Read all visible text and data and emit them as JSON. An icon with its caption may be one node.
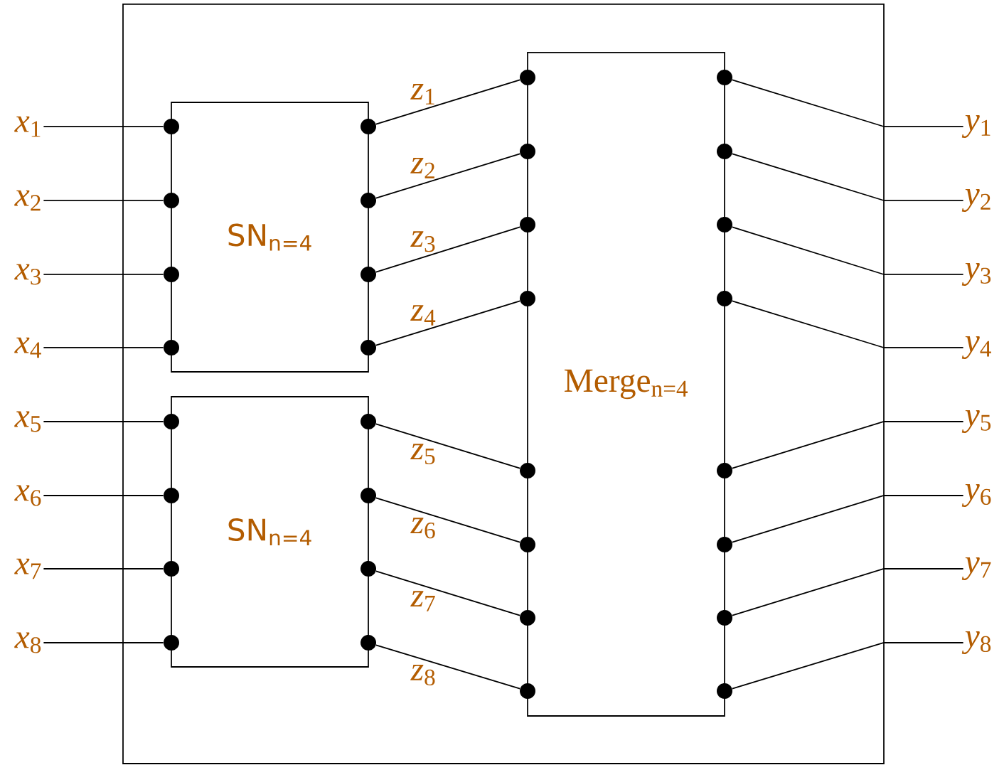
{
  "diagram": {
    "nodes": [
      {
        "text": [],
        "shape": "box"
      },
      {
        "text": [
          "SN$_{n=4}$"
        ],
        "in": 0
      },
      {
        "text": [
          "SN$_{n=4}$"
        ],
        "in": 0
      },
      {
        "text": [
          "Merge$_{n=4}$"
        ],
        "in": 0
      },
      {
        "text": [
          "*x*$_{1}$"
        ]
      },
      {
        "text": [
          "*x*$_{2}$"
        ]
      },
      {
        "text": [
          "*x*$_{3}$"
        ]
      },
      {
        "text": [
          "*x*$_{4}$"
        ]
      },
      {
        "text": [
          "*x*$_{5}$"
        ]
      },
      {
        "text": [
          "*x*$_{6}$"
        ]
      },
      {
        "text": [
          "*x*$_{7}$"
        ]
      },
      {
        "text": [
          "*x*$_{8}$"
        ]
      },
      {
        "text": [
          "*y*$_{1}$"
        ]
      },
      {
        "text": [
          "*y*$_{2}$"
        ]
      },
      {
        "text": [
          "*y*$_{3}$"
        ]
      },
      {
        "text": [
          "*y*$_{4}$"
        ]
      },
      {
        "text": [
          "*y*$_{5}$"
        ]
      },
      {
        "text": [
          "*y*$_{6}$"
        ]
      },
      {
        "text": [
          "*y*$_{7}$"
        ]
      },
      {
        "text": [
          "*y*$_{8}$"
        ]
      },
      {
        "text": [],
        "shape": "circle",
        "in": 1
      },
      {
        "text": [],
        "shape": "circle",
        "in": 1
      },
      {
        "text": [],
        "shape": "circle",
        "in": 1
      },
      {
        "text": [],
        "shape": "circle",
        "in": 1
      },
      {
        "text": [],
        "shape": "circle",
        "in": 1
      },
      {
        "text": [],
        "shape": "circle",
        "in": 1
      },
      {
        "text": [],
        "shape": "circle",
        "in": 1
      },
      {
        "text": [],
        "shape": "circle",
        "in": 1
      },
      {
        "text": [],
        "shape": "circle",
        "in": 2
      },
      {
        "text": [],
        "shape": "circle",
        "in": 2
      },
      {
        "text": [],
        "shape": "circle",
        "in": 2
      },
      {
        "text": [],
        "shape": "circle",
        "in": 2
      },
      {
        "text": [],
        "shape": "circle",
        "in": 2
      },
      {
        "text": [],
        "shape": "circle",
        "in": 2
      },
      {
        "text": [],
        "shape": "circle",
        "in": 2
      },
      {
        "text": [],
        "shape": "circle",
        "in": 2
      },
      {
        "text": [],
        "shape": "circle",
        "in": 3
      },
      {
        "text": [],
        "shape": "circle",
        "in": 3
      },
      {
        "text": [],
        "shape": "circle",
        "in": 3
      },
      {
        "text": [],
        "shape": "circle",
        "in": 3
      },
      {
        "text": [],
        "shape": "circle",
        "in": 3
      },
      {
        "text": [],
        "shape": "circle",
        "in": 3
      },
      {
        "text": [],
        "shape": "circle",
        "in": 3
      },
      {
        "text": [],
        "shape": "circle",
        "in": 3
      },
      {
        "text": [],
        "shape": "circle",
        "in": 3
      },
      {
        "text": [],
        "shape": "circle",
        "in": 3
      },
      {
        "text": [],
        "shape": "circle",
        "in": 3
      },
      {
        "text": [],
        "shape": "circle",
        "in": 3
      },
      {
        "text": [],
        "shape": "circle",
        "in": 3
      },
      {
        "text": [],
        "shape": "circle",
        "in": 3
      },
      {
        "text": [],
        "shape": "circle",
        "in": 3
      },
      {
        "text": [],
        "shape": "circle",
        "in": 3
      }
    ],
    "edges": [
      {
        "from": 4,
        "to": 20,
        "arrow": "none"
      },
      {
        "from": 5,
        "to": 21,
        "arrow": "none"
      },
      {
        "from": 6,
        "to": 22,
        "arrow": "none"
      },
      {
        "from": 7,
        "to": 23,
        "arrow": "none"
      },
      {
        "from": 8,
        "to": 28,
        "arrow": "none"
      },
      {
        "from": 9,
        "to": 29,
        "arrow": "none"
      },
      {
        "from": 10,
        "to": 30,
        "arrow": "none"
      },
      {
        "from": 11,
        "to": 31,
        "arrow": "none"
      },
      {
        "from": 24,
        "to": 36,
        "arrow": "none",
        "label": "*z*$_{1}$"
      },
      {
        "from": 25,
        "to": 37,
        "arrow": "none",
        "label": "*z*$_{2}$"
      },
      {
        "from": 26,
        "to": 38,
        "arrow": "none",
        "label": "*z*$_{3}$"
      },
      {
        "from": 27,
        "to": 39,
        "arrow": "none",
        "label": "*z*$_{4}$"
      },
      {
        "from": 32,
        "to": 40,
        "arrow": "none",
        "label": "*z*$_{5}$"
      },
      {
        "from": 33,
        "to": 41,
        "arrow": "none",
        "label": "*z*$_{6}$"
      },
      {
        "from": 34,
        "to": 42,
        "arrow": "none",
        "label": "*z*$_{7}$"
      },
      {
        "from": 35,
        "to": 43,
        "arrow": "none",
        "label": "*z*$_{8}$"
      },
      {
        "from": 44,
        "to": 12,
        "arrow": "none"
      },
      {
        "from": 45,
        "to": 13,
        "arrow": "none"
      },
      {
        "from": 46,
        "to": 14,
        "arrow": "none"
      },
      {
        "from": 47,
        "to": 15,
        "arrow": "none"
      },
      {
        "from": 48,
        "to": 16,
        "arrow": "none"
      },
      {
        "from": 49,
        "to": 17,
        "arrow": "none"
      },
      {
        "from": 50,
        "to": 18,
        "arrow": "none"
      },
      {
        "from": 51,
        "to": 19,
        "arrow": "none"
      }
    ]
  }
}
